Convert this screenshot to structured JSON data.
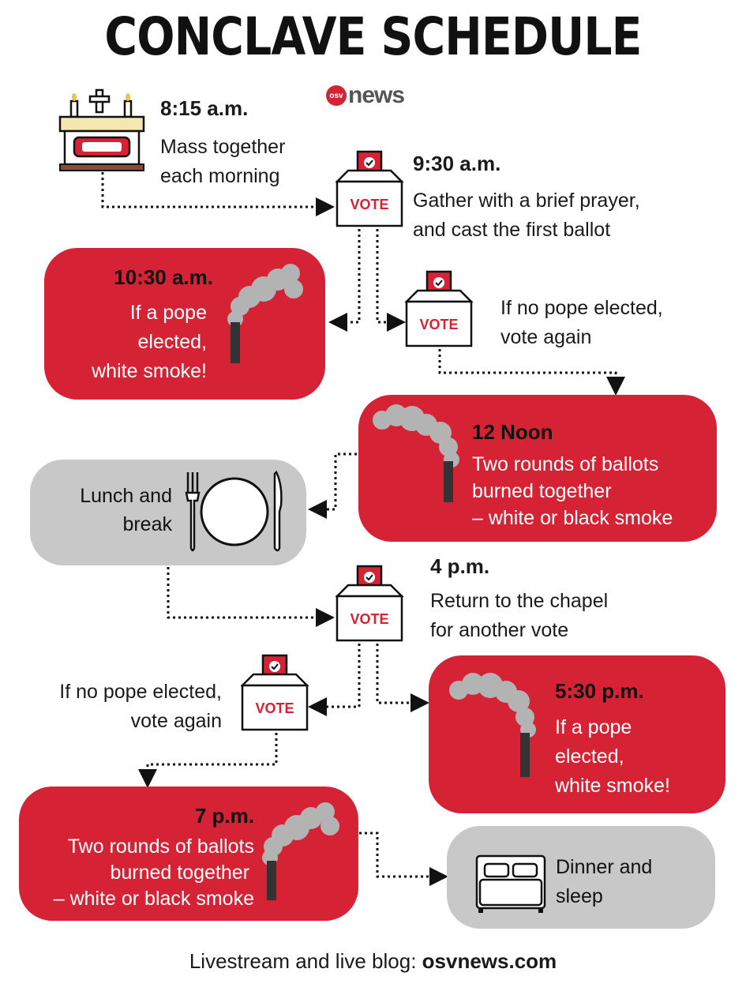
{
  "header": {
    "title": "CONCLAVE SCHEDULE",
    "logo_badge": "osv",
    "logo_word": "news"
  },
  "steps": {
    "mass": {
      "time": "8:15 a.m.",
      "line1": "Mass together",
      "line2": "each morning"
    },
    "first_vote": {
      "time": "9:30 a.m.",
      "line1": "Gather with a brief prayer,",
      "line2": "and cast the first ballot"
    },
    "smoke_1030": {
      "time": "10:30 a.m.",
      "line1": "If a pope",
      "line2": "elected,",
      "line3": "white smoke!"
    },
    "revote_am": {
      "line1": "If no pope elected,",
      "line2": "vote again"
    },
    "noon": {
      "time": "12 Noon",
      "line1": "Two rounds of ballots",
      "line2": "burned together",
      "line3": "– white or black smoke"
    },
    "lunch": {
      "line1": "Lunch and",
      "line2": "break"
    },
    "pm_vote": {
      "time": "4 p.m.",
      "line1": "Return to the chapel",
      "line2": "for another vote"
    },
    "revote_pm": {
      "line1": "If no pope elected,",
      "line2": "vote again"
    },
    "smoke_530": {
      "time": "5:30 p.m.",
      "line1": "If a pope",
      "line2": "elected,",
      "line3": "white smoke!"
    },
    "seven": {
      "time": "7 p.m.",
      "line1": "Two rounds of ballots",
      "line2": "burned together",
      "line3": "– white or black smoke"
    },
    "dinner": {
      "line1": "Dinner and",
      "line2": "sleep"
    }
  },
  "ballot_label": "VOTE",
  "footer": {
    "prefix": "Livestream and live blog: ",
    "site": "osvnews.com"
  },
  "colors": {
    "accent_red": "#d52234",
    "box_gray": "#c8c8c8",
    "smoke_gray": "#b3b3b3",
    "chimney": "#333333"
  }
}
